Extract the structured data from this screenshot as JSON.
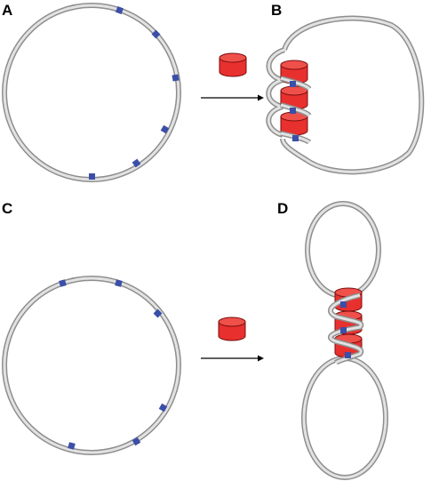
{
  "panels": [
    {
      "label": "A"
    },
    {
      "label": "B"
    },
    {
      "label": "C"
    },
    {
      "label": "D"
    }
  ],
  "colors": {
    "dna_outer": "#8e8e8e",
    "dna_inner": "#e2e2e2",
    "site": "#3b4fa8",
    "protein_fill": "#e8302e",
    "protein_top": "#f0504a",
    "protein_stroke": "#7a0f0f",
    "arrow": "#000000"
  }
}
